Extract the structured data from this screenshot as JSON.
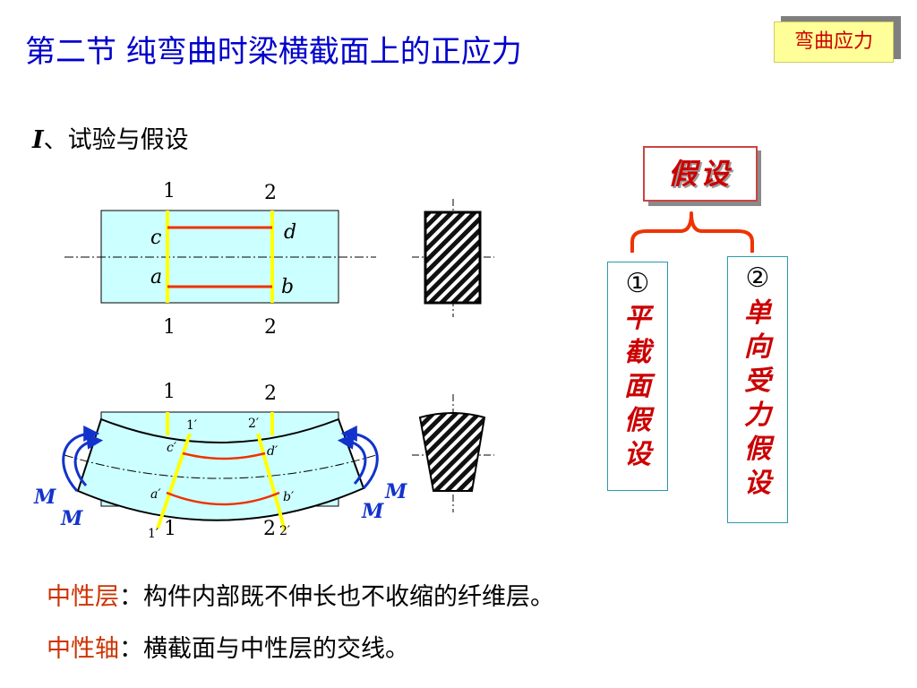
{
  "slide": {
    "title": "第二节  纯弯曲时梁横截面上的正应力",
    "badge": "弯曲应力",
    "subhead_num": "I",
    "subhead_text": "、试验与假设"
  },
  "diagram_top": {
    "section_1_top": "1",
    "section_2_top": "2",
    "section_1_bottom": "1",
    "section_2_bottom": "2",
    "point_c": "c",
    "point_d": "d",
    "point_a": "a",
    "point_b": "b"
  },
  "diagram_bottom": {
    "section_1_top": "1",
    "section_2_top": "2",
    "section_1_bottom": "1",
    "section_2_bottom": "2",
    "deformed_1_top": "1′",
    "deformed_2_top": "2′",
    "deformed_1_bottom": "1′",
    "deformed_2_bottom": "2′",
    "point_c": "c′",
    "point_d": "d′",
    "point_a": "a′",
    "point_b": "b′",
    "moment_left_upper": "M",
    "moment_left_lower": "M",
    "moment_right_upper": "M",
    "moment_right_lower": "M"
  },
  "hypotheses": {
    "header": "假设",
    "items": [
      {
        "marker": "①",
        "text": "平截面假设"
      },
      {
        "marker": "②",
        "text": "单向受力假设"
      }
    ]
  },
  "definitions": [
    {
      "term": "中性层",
      "text": "：构件内部既不伸长也不收缩的纤维层。"
    },
    {
      "term": "中性轴",
      "text": "：横截面与中性层的交线。"
    }
  ],
  "colors": {
    "title_blue": "#0000cc",
    "accent_red": "#cc0000",
    "beam_fill": "#ccffff",
    "fiber_red": "#ee3300",
    "section_yellow": "#ffff00",
    "moment_blue": "#1133cc",
    "term_orange": "#cc3300"
  }
}
